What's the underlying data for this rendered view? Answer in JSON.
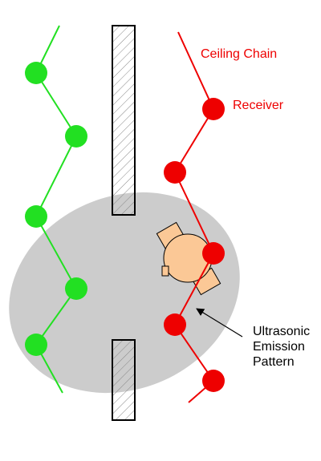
{
  "labels": {
    "ceiling_chain": "Ceiling Chain",
    "receiver": "Receiver",
    "emission_line1": "Ultrasonic",
    "emission_line2": "Emission",
    "emission_line3": "Pattern"
  },
  "colors": {
    "green_chain": "#22e022",
    "red_chain": "#ee0000",
    "emission_zone": "#cccccc",
    "person": "#fbc896",
    "wall_stroke": "#000000",
    "hatch": "#888888",
    "label_red": "#ee0000",
    "label_black": "#000000"
  }
}
